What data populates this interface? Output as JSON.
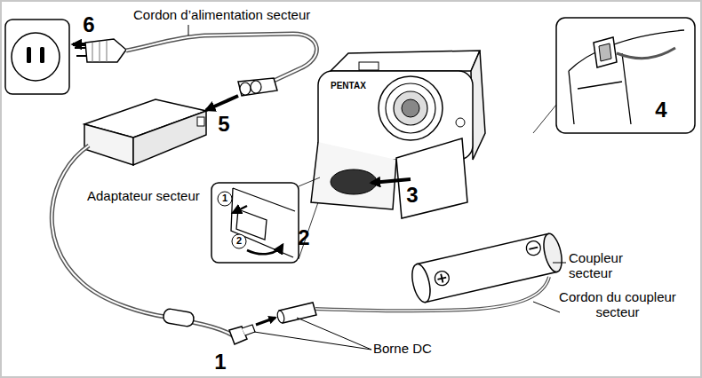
{
  "diagram": {
    "labels": [
      "Cordon d’alimentation secteur",
      "6",
      "5",
      "Adaptateur secteur",
      "PENTAX",
      "4",
      "3",
      "1",
      "2",
      "2",
      "Coupleur secteur",
      "Cordon du coupleur secteur",
      "Borne DC",
      "1"
    ]
  }
}
